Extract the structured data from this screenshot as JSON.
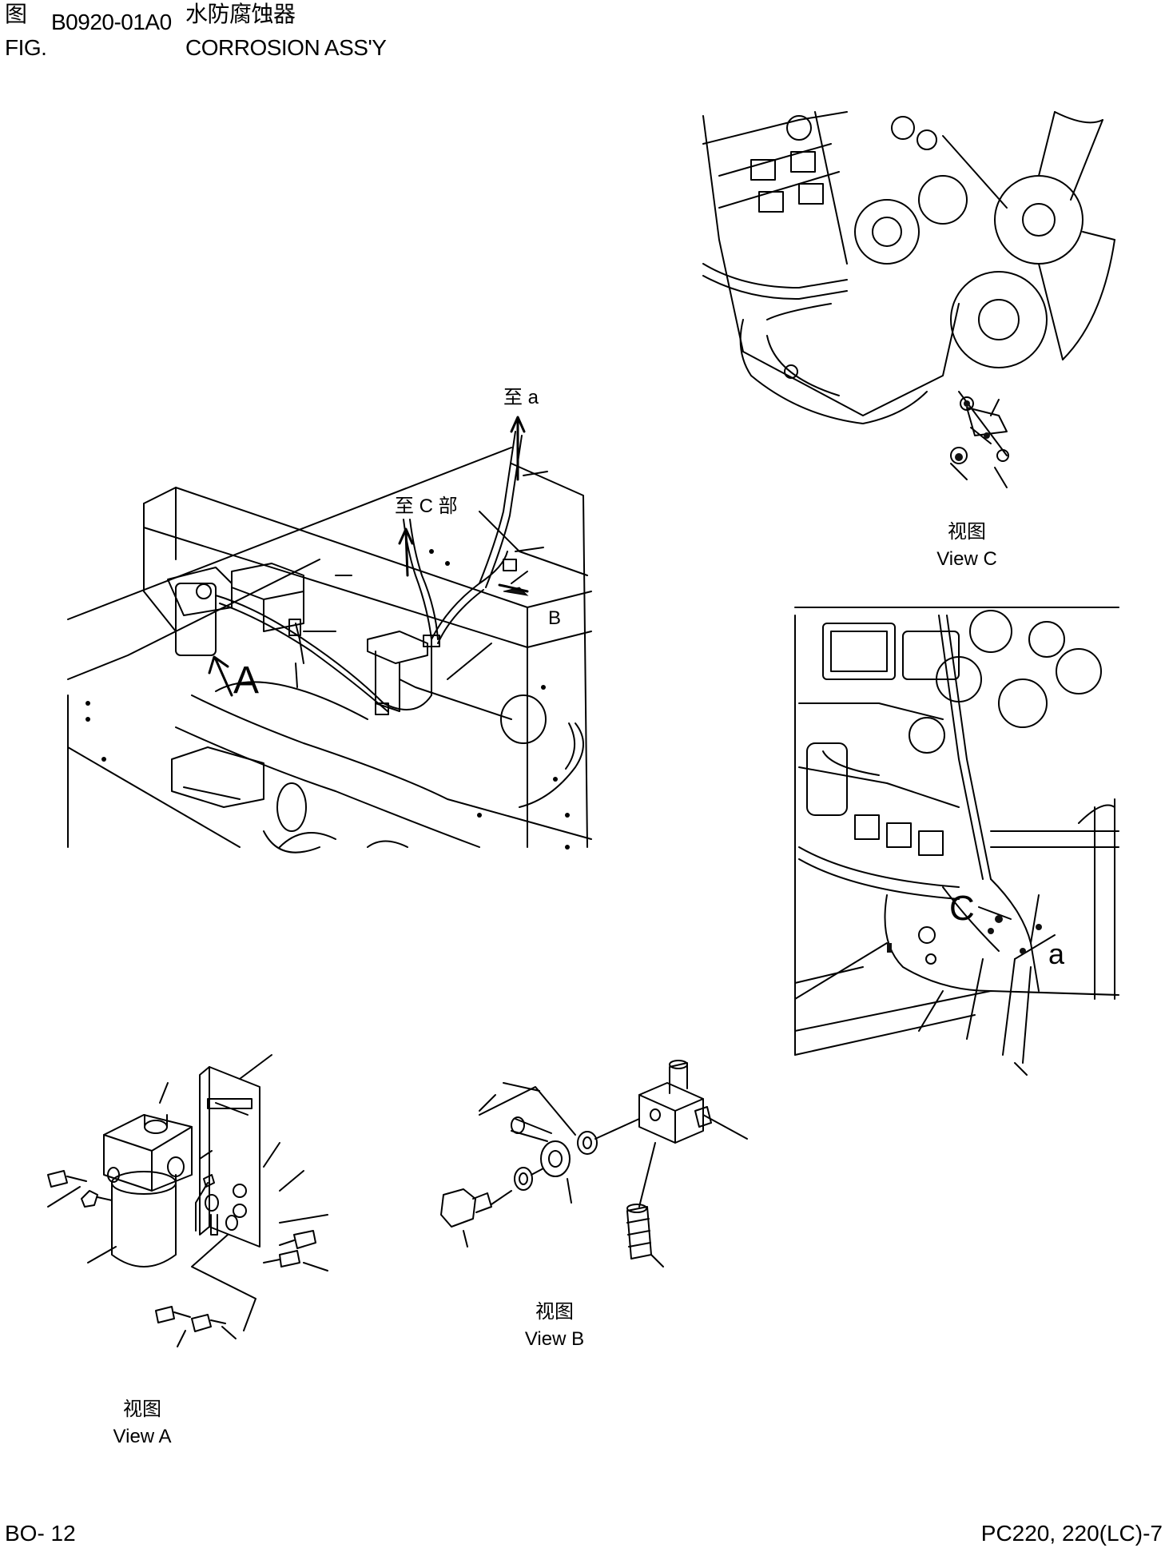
{
  "header": {
    "fig_cn": "图",
    "fig_en": "FIG.",
    "fig_code": "B0920-01A0",
    "title_cn": "水防腐蚀器",
    "title_en": "CORROSION ASS'Y"
  },
  "main_view": {
    "label_to_a": "至 a",
    "label_to_c": "至 C 部",
    "label_b": "B",
    "label_a": "A"
  },
  "view_c": {
    "caption_cn": "视图",
    "caption_en": "View C"
  },
  "engine_view": {
    "label_c": "C",
    "label_a": "a"
  },
  "view_a": {
    "caption_cn": "视图",
    "caption_en": "View A"
  },
  "view_b": {
    "caption_cn": "视图",
    "caption_en": "View B"
  },
  "footer": {
    "page": "BO- 12",
    "model": "PC220, 220(LC)-7"
  }
}
